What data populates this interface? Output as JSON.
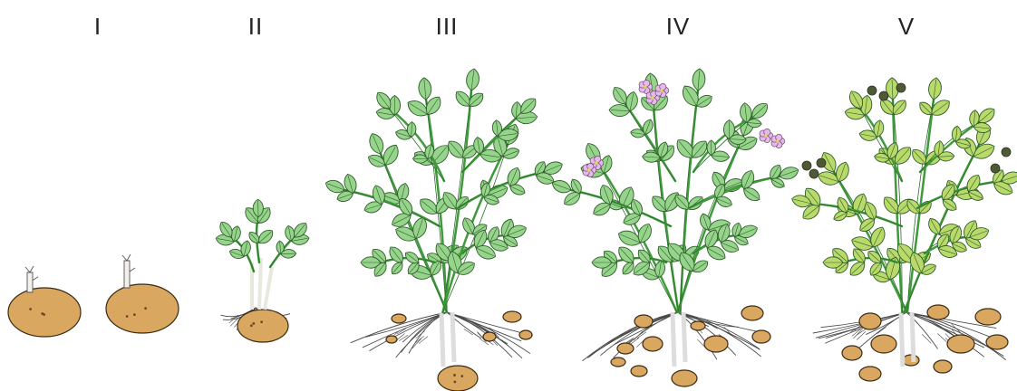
{
  "stages": [
    {
      "label": "I"
    },
    {
      "label": "II"
    },
    {
      "label": "III"
    },
    {
      "label": "IV"
    },
    {
      "label": "V"
    }
  ],
  "colors": {
    "tuber": "#d9a760",
    "tuber_outline": "#3a2a14",
    "leaf": "#96d48c",
    "leaf_late": "#b9d96b",
    "stem": "#3e9a3a",
    "root": "#4a4a4a",
    "sprout": "#f2f0e8",
    "flower": "#e7b8ec",
    "berry": "#4e5a36"
  }
}
